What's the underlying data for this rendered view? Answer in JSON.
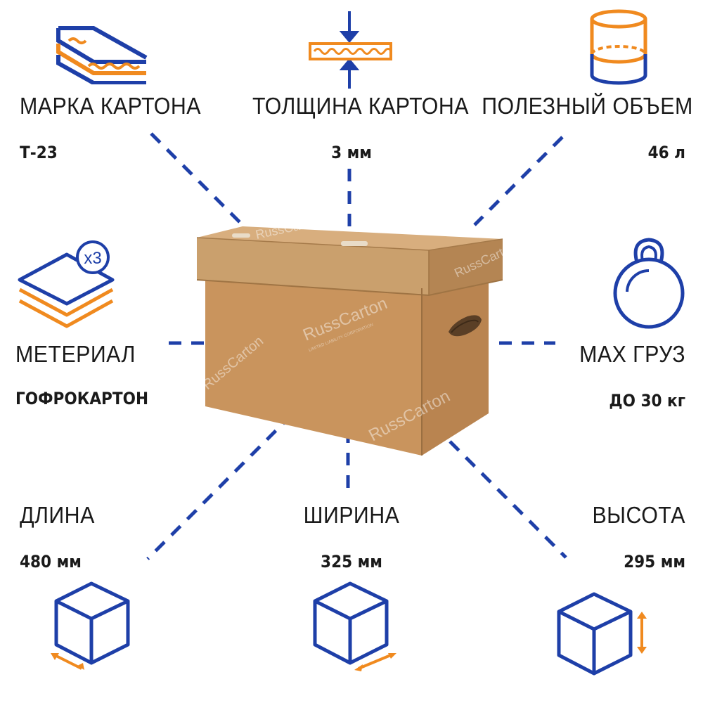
{
  "colors": {
    "blue": "#1e3fa8",
    "orange": "#f08a1f",
    "cardboard": "#c9955f",
    "text": "#1a1a1a"
  },
  "specs": {
    "grade": {
      "label": "МАРКА КАРТОНА",
      "value": "Т-23",
      "icon": "cardboard-layers-icon"
    },
    "thickness": {
      "label": "ТОЛЩИНА КАРТОНА",
      "value": "3 мм",
      "icon": "thickness-arrows-icon"
    },
    "volume": {
      "label": "ПОЛЕЗНЫЙ ОБЪЕМ",
      "value": "46 л",
      "icon": "cylinder-volume-icon"
    },
    "material": {
      "label": "МЕТЕРИАЛ",
      "value": "ГОФРОКАРТОН",
      "icon": "three-layers-icon",
      "badge": "x3"
    },
    "max_load": {
      "label": "MAX ГРУЗ",
      "value": "ДО 30 кг",
      "icon": "kettlebell-icon"
    },
    "length": {
      "label": "ДЛИНА",
      "value": "480 мм",
      "icon": "cube-length-icon"
    },
    "width": {
      "label": "ШИРИНА",
      "value": "325 мм",
      "icon": "cube-width-icon"
    },
    "height": {
      "label": "ВЫСОТА",
      "value": "295 мм",
      "icon": "cube-height-icon"
    }
  },
  "product": {
    "watermark": "RussCarton",
    "watermark_sub": "LIMITED LIABILITY CORPORATION"
  }
}
